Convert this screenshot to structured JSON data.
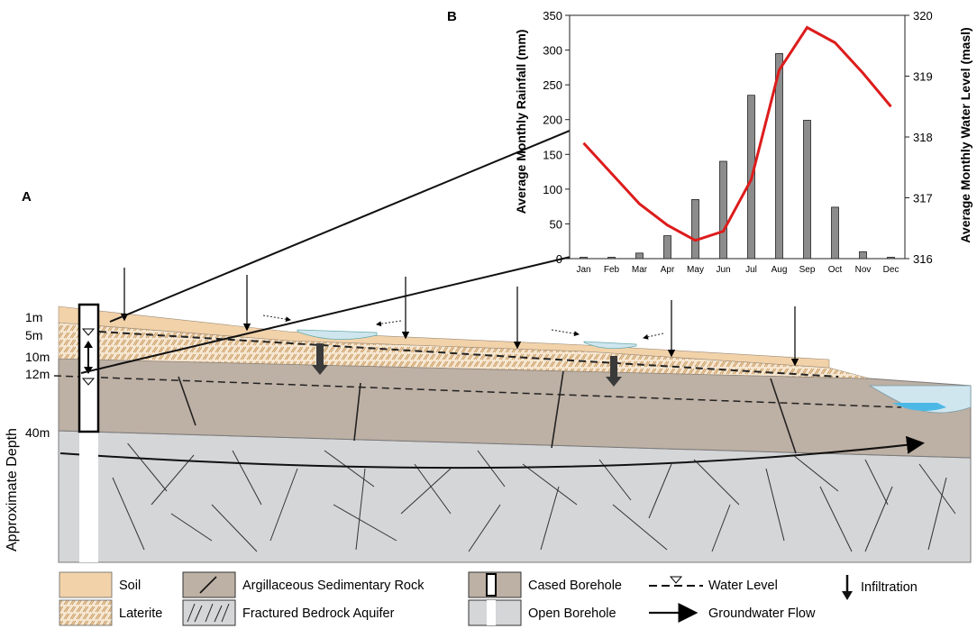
{
  "panels": {
    "a": "A",
    "b": "B"
  },
  "depth_axis": {
    "title": "Approximate Depth",
    "labels": [
      "1m",
      "5m",
      "10m",
      "12m",
      "40m"
    ]
  },
  "legend": {
    "soil": "Soil",
    "laterite": "Laterite",
    "argillaceous": "Argillaceous Sedimentary Rock",
    "fractured": "Fractured Bedrock Aquifer",
    "cased": "Cased Borehole",
    "open": "Open Borehole",
    "water_level": "Water Level",
    "groundwater_flow": "Groundwater Flow",
    "infiltration": "Infiltration"
  },
  "colors": {
    "soil": "#f2d2a9",
    "laterite": "#f6e7d2",
    "laterite_hatch": "#c9995c",
    "argillaceous": "#bdb0a4",
    "fractured": "#d5d6d8",
    "water": "#cfe6ef",
    "water_deep": "#4cb8e6",
    "rainfall_bar": "#8c8c8c",
    "water_level_line": "#dd1c1c"
  },
  "chart_data": {
    "type": "bar",
    "categories": [
      "Jan",
      "Feb",
      "Mar",
      "Apr",
      "May",
      "Jun",
      "Jul",
      "Aug",
      "Sep",
      "Oct",
      "Nov",
      "Dec"
    ],
    "series": [
      {
        "name": "",
        "type": "bar",
        "axis": "left",
        "values": [
          2,
          2,
          8,
          33,
          85,
          140,
          235,
          295,
          199,
          74,
          10,
          2
        ]
      },
      {
        "name": "",
        "type": "line",
        "axis": "right",
        "values": [
          317.9,
          317.4,
          316.9,
          316.55,
          316.3,
          316.45,
          317.3,
          319.1,
          319.8,
          319.55,
          319.05,
          318.5
        ]
      }
    ],
    "title": "",
    "xlabel": "",
    "ylabel": "Average Monthly Rainfall (mm)",
    "y2label": "Average Monthly Water Level (masl)",
    "ylim": [
      0,
      350
    ],
    "yticks": [
      0,
      50,
      100,
      150,
      200,
      250,
      300,
      350
    ],
    "y2lim": [
      316,
      320
    ],
    "y2ticks": [
      316,
      317,
      318,
      319,
      320
    ],
    "grid": false,
    "legend": "none"
  }
}
